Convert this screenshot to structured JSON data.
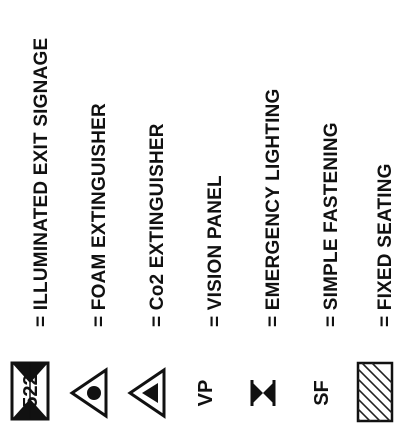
{
  "legend": {
    "items": [
      {
        "code": "",
        "symbol_text": "522",
        "label": "= ILLUMINATED EXIT SIGNAGE",
        "icon": "exit-sign-icon"
      },
      {
        "code": "",
        "label": "= FOAM EXTINGUISHER",
        "icon": "foam-extinguisher-icon"
      },
      {
        "code": "",
        "label": "= Co2 EXTINGUISHER",
        "icon": "co2-extinguisher-icon"
      },
      {
        "code": "VP",
        "label": "= VISION PANEL",
        "icon": "vision-panel-code"
      },
      {
        "code": "",
        "label": "= EMERGENCY LIGHTING",
        "icon": "emergency-light-icon"
      },
      {
        "code": "SF",
        "label": "= SIMPLE FASTENING",
        "icon": "simple-fastening-code"
      },
      {
        "code": "",
        "label": "= FIXED SEATING",
        "icon": "hatched-seating-icon"
      }
    ]
  }
}
